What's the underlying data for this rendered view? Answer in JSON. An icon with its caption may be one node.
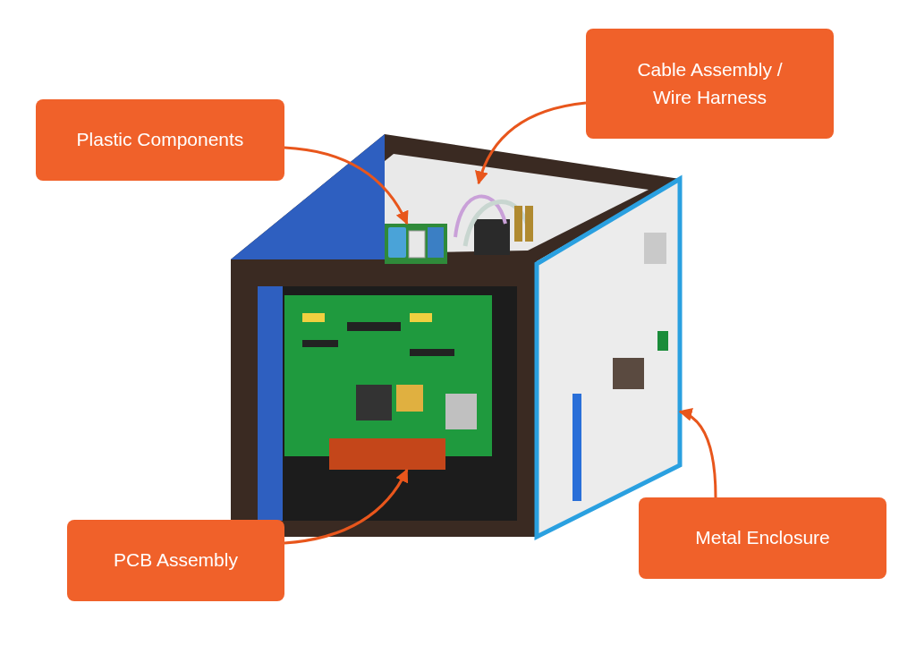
{
  "diagram": {
    "nodes": [
      {
        "text": [
          "Plastic Components"
        ]
      },
      {
        "text": [
          "Cable Assembly / Wire Harness"
        ]
      },
      {
        "text": [
          "PCB Assembly"
        ]
      },
      {
        "text": [
          "Metal Enclosure"
        ]
      },
      {
        "text": [],
        "shape": "picture"
      },
      {
        "text": [],
        "shape": "picture"
      },
      {
        "text": [],
        "shape": "picture"
      },
      {
        "text": [],
        "shape": "picture"
      }
    ],
    "edges": [
      {
        "from": 0,
        "to": 4,
        "arrow": "to"
      },
      {
        "from": 1,
        "to": 5,
        "arrow": "to"
      },
      {
        "from": 2,
        "to": 6,
        "arrow": "to"
      },
      {
        "from": 3,
        "to": 7,
        "arrow": "to"
      }
    ]
  }
}
